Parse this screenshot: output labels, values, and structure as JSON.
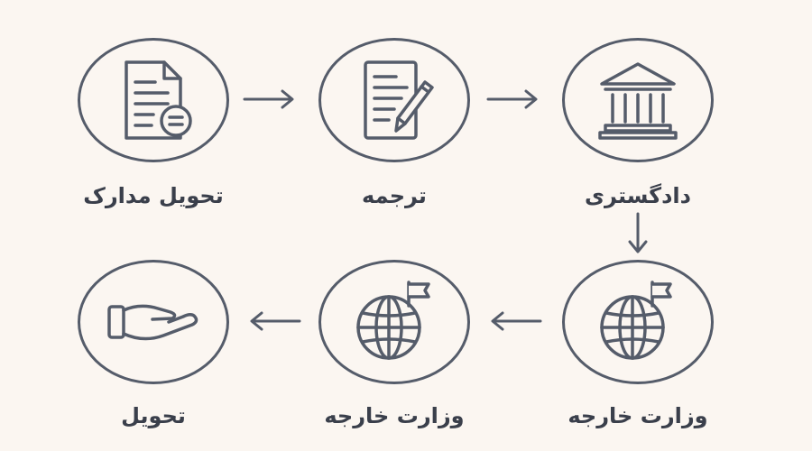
{
  "steps": [
    {
      "id": "s1",
      "label": "تحویل مدارک",
      "icon": "document-icon"
    },
    {
      "id": "s2",
      "label": "ترجمه",
      "icon": "pencil-document-icon"
    },
    {
      "id": "s3",
      "label": "دادگستری",
      "icon": "courthouse-icon"
    },
    {
      "id": "s4",
      "label": "وزارت خارجه",
      "icon": "globe-flag-icon"
    },
    {
      "id": "s5",
      "label": "وزارت خارجه",
      "icon": "globe-flag-icon"
    },
    {
      "id": "s6",
      "label": "تحویل",
      "icon": "hand-icon"
    }
  ],
  "colors": {
    "background": "#fbf6f1",
    "stroke": "#555c6a",
    "text": "#3a3f4b"
  }
}
